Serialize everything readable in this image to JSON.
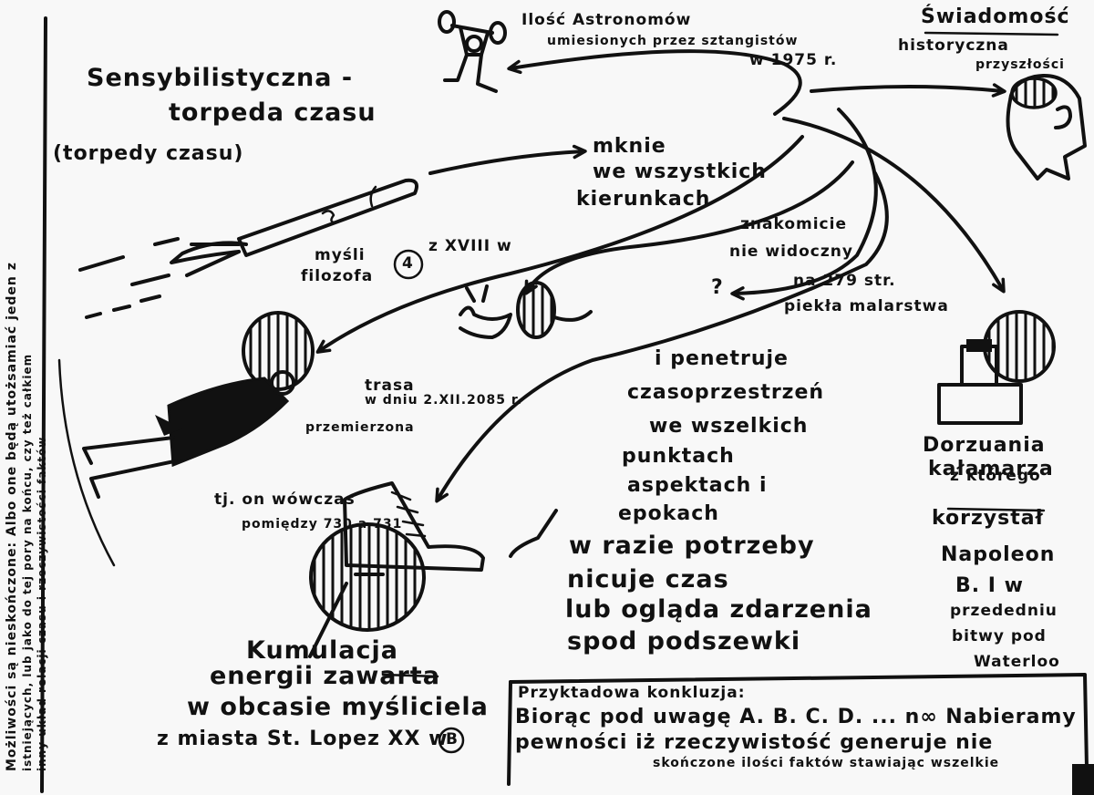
{
  "title": {
    "line1": "Sensybilistyczna -",
    "line2": "torpeda czasu",
    "line3": "(torpedy czasu)"
  },
  "top_note": {
    "line1": "Ilość Astronomów",
    "line2": "umiesionych przez sztangistów",
    "line3": "w 1975 r."
  },
  "top_right": {
    "line1": "Świadomość",
    "line2": "historyczna",
    "line3": "przyszłości"
  },
  "center_top": {
    "line1": "mknie",
    "line2": "we wszystkich",
    "line3": "kierunkach"
  },
  "invisible": {
    "line1": "znakomicie",
    "line2": "nie widoczny",
    "question": "?"
  },
  "page_note": {
    "line1": "na 279 str.",
    "line2": "piekła malarstwa"
  },
  "thoughts": {
    "line1": "myśli",
    "line2": "filozofa",
    "circled": "4",
    "suffix": "z XVIII w"
  },
  "route": {
    "line1": "trasa",
    "line2": "przemierzona",
    "line3": "w dniu 2.XII.2085 r.",
    "line4": "tj. on wówczas",
    "line5": "pomiędzy 730 a 731"
  },
  "center_body": {
    "line1": "i penetruje",
    "line2": "czasoprzestrzeń",
    "line3": "we wszelkich",
    "line4": "punktach",
    "line5": "aspektach i",
    "line6": "epokach",
    "line7": "w razie potrzeby",
    "line8": "nicuje czas",
    "line9": "lub ogląda zdarzenia",
    "line10": "spod podszewki"
  },
  "inkwell": {
    "line1": "Dorzuania",
    "line2": "kałamarza",
    "line3": "z którego",
    "line4": "korzystał",
    "line5": "Napoleon",
    "line6": "B. I w",
    "line7": "przededniu",
    "line8": "bitwy pod",
    "line9": "Waterloo"
  },
  "bottom_left": {
    "line1": "Kumulacja",
    "line2": "energii zawarta",
    "line3": "w obcasie myśliciela",
    "line4": "z miasta St. Lopez XX w",
    "circled": "B"
  },
  "conclusion": {
    "line1": "Przyktadowa konkluzja:",
    "line2": "Biorąc pod uwagę A. B. C. D. ... n∞ Nabieramy",
    "line3": "pewności iż rzeczywistość generuje nie",
    "line4": "skończone ilości faktów stawiając wszelkie"
  },
  "margin": {
    "line1": "Możliwości są nieskończone: Albo one będą utożsamiać jeden z",
    "line2": "istniejących, lub jako do tej pory na końcu, czy też całkiem",
    "line3": "inny układ relacji czasu i rzeczywistości faktów"
  }
}
